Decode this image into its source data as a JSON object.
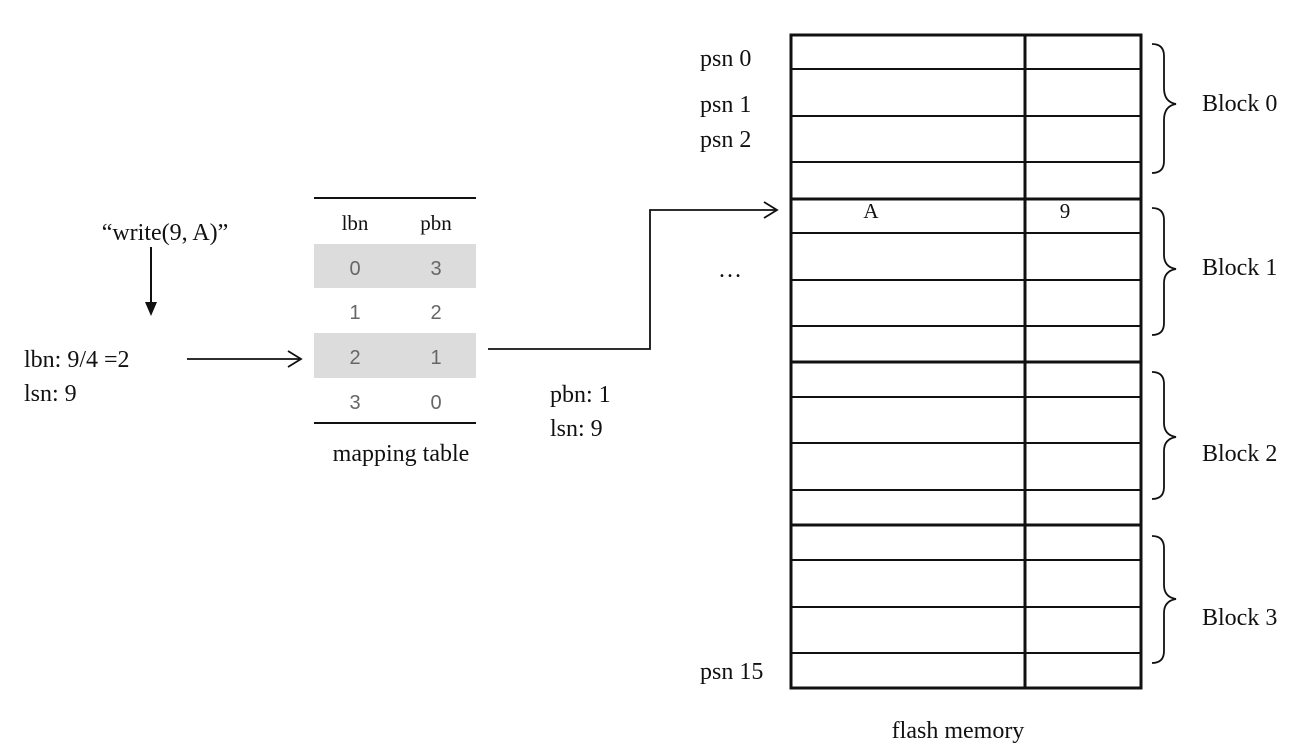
{
  "write_command": "“write(9, A)”",
  "computation": {
    "lbn_line": "lbn: 9/4 =2",
    "lsn_line": "lsn:  9"
  },
  "mapping_table": {
    "headers": [
      "lbn",
      "pbn"
    ],
    "rows": [
      [
        "0",
        "3"
      ],
      [
        "1",
        "2"
      ],
      [
        "2",
        "1"
      ],
      [
        "3",
        "0"
      ]
    ],
    "highlighted_rows": [
      0,
      2
    ],
    "highlight_color": "#dcdcdc",
    "caption": "mapping table"
  },
  "result": {
    "pbn_line": "pbn: 1",
    "lsn_line": "lsn: 9"
  },
  "flash_memory": {
    "caption": "flash memory",
    "psn_labels": [
      "psn 0",
      "psn 1",
      "psn 2",
      "psn 15"
    ],
    "ellipsis": "…",
    "written_page": {
      "data": "A",
      "spare": "9"
    },
    "blocks": [
      "Block 0",
      "Block 1",
      "Block 2",
      "Block 3"
    ]
  }
}
